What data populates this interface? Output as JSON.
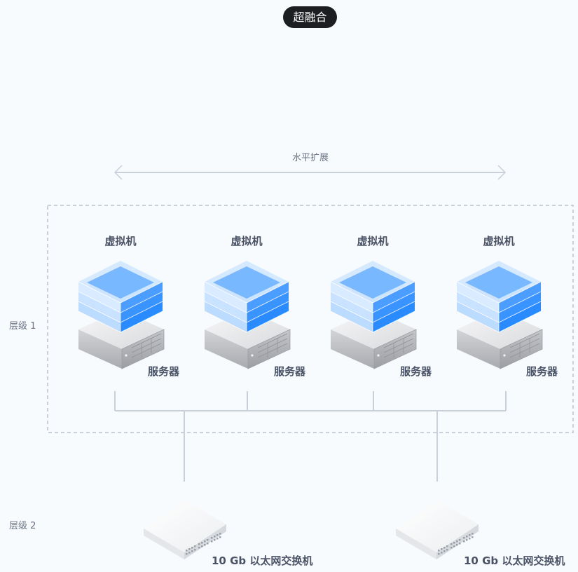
{
  "header": {
    "badge": "超融合"
  },
  "scaling": {
    "label": "水平扩展"
  },
  "tiers": [
    {
      "label": "层级 1"
    },
    {
      "label": "层级 2"
    }
  ],
  "nodes": [
    {
      "vm_label": "虚拟机",
      "server_label": "服务器"
    },
    {
      "vm_label": "虚拟机",
      "server_label": "服务器"
    },
    {
      "vm_label": "虚拟机",
      "server_label": "服务器"
    },
    {
      "vm_label": "虚拟机",
      "server_label": "服务器"
    }
  ],
  "switches": [
    {
      "label": "10 Gb 以太网交换机"
    },
    {
      "label": "10 Gb 以太网交换机"
    }
  ],
  "colors": {
    "background": "#f8fbfe",
    "badge_bg": "#1c1e22",
    "line": "#c9d0da",
    "vm_blue": "#2f8cff",
    "text": "#4a5366"
  }
}
